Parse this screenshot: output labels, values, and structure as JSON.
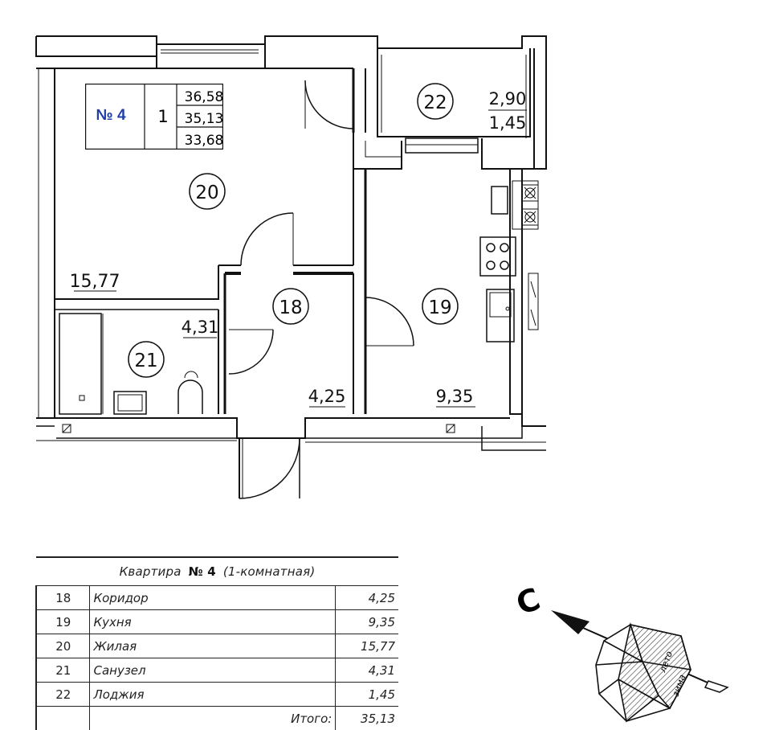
{
  "apartment": {
    "label": "№ 4",
    "rooms_count": "1",
    "area_total": "36,58",
    "area_general": "35,13",
    "area_living_coef": "33,68"
  },
  "rooms": [
    {
      "no": "18",
      "name": "Коридор",
      "area": "4,25"
    },
    {
      "no": "19",
      "name": "Кухня",
      "area": "9,35"
    },
    {
      "no": "20",
      "name": "Жилая",
      "area": "15,77"
    },
    {
      "no": "21",
      "name": "Санузел",
      "area": "4,31"
    },
    {
      "no": "22",
      "name": "Лоджия",
      "area": "1,45"
    }
  ],
  "loggia_extra_area": "2,90",
  "table": {
    "title_prefix": "Квартира",
    "title_number": "№ 4",
    "title_suffix": "(1-комнатная)",
    "total_label": "Итого:",
    "total_value": "35,13"
  },
  "compass": {
    "north_symbol": "С",
    "summer_label": "лето",
    "winter_label": "зима"
  },
  "colors": {
    "accent_label": "#1f3fa6",
    "lines": "#111111"
  }
}
